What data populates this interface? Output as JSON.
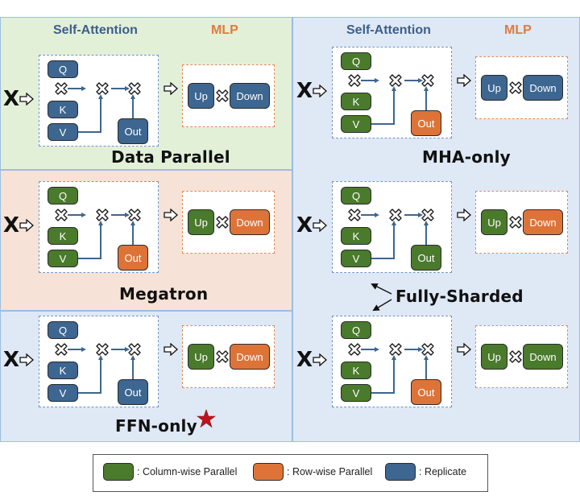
{
  "colors": {
    "column_wise": "#4a7a2c",
    "row_wise": "#de7338",
    "replicate": "#3d6690",
    "header_self_attention": "#3d5f88",
    "header_mlp": "#e07a3f",
    "star": "#c0121c"
  },
  "headers": {
    "self_attention": "Self-Attention",
    "mlp": "MLP"
  },
  "input_label": "X",
  "labels": {
    "q": "Q",
    "k": "K",
    "v": "V",
    "out": "Out",
    "up": "Up",
    "down": "Down"
  },
  "panels": [
    {
      "id": "data-parallel",
      "title": "Data Parallel",
      "background": "green",
      "q": "replicate",
      "k": "replicate",
      "v": "replicate",
      "out": "replicate",
      "up": "replicate",
      "down": "replicate"
    },
    {
      "id": "megatron",
      "title": "Megatron",
      "background": "peach",
      "q": "column_wise",
      "k": "column_wise",
      "v": "column_wise",
      "out": "row_wise",
      "up": "column_wise",
      "down": "row_wise"
    },
    {
      "id": "ffn-only",
      "title": "FFN-only",
      "background": "blue",
      "starred": true,
      "q": "replicate",
      "k": "replicate",
      "v": "replicate",
      "out": "replicate",
      "up": "column_wise",
      "down": "row_wise"
    },
    {
      "id": "mha-only",
      "title": "MHA-only",
      "background": "blue",
      "q": "column_wise",
      "k": "column_wise",
      "v": "column_wise",
      "out": "row_wise",
      "up": "replicate",
      "down": "replicate"
    },
    {
      "id": "fully-sharded-a",
      "title": "Fully-Sharded",
      "background": "blue",
      "q": "column_wise",
      "k": "column_wise",
      "v": "column_wise",
      "out": "column_wise",
      "up": "column_wise",
      "down": "row_wise"
    },
    {
      "id": "fully-sharded-b",
      "title": "Fully-Sharded",
      "background": "blue",
      "q": "column_wise",
      "k": "column_wise",
      "v": "column_wise",
      "out": "row_wise",
      "up": "column_wise",
      "down": "column_wise"
    }
  ],
  "titles": {
    "data_parallel": "Data Parallel",
    "megatron": "Megatron",
    "ffn_only": "FFN-only",
    "mha_only": "MHA-only",
    "fully_sharded": "Fully-Sharded"
  },
  "legend": [
    {
      "color_key": "column_wise",
      "label": ": Column-wise Parallel"
    },
    {
      "color_key": "row_wise",
      "label": ": Row-wise Parallel"
    },
    {
      "color_key": "replicate",
      "label": ": Replicate"
    }
  ]
}
